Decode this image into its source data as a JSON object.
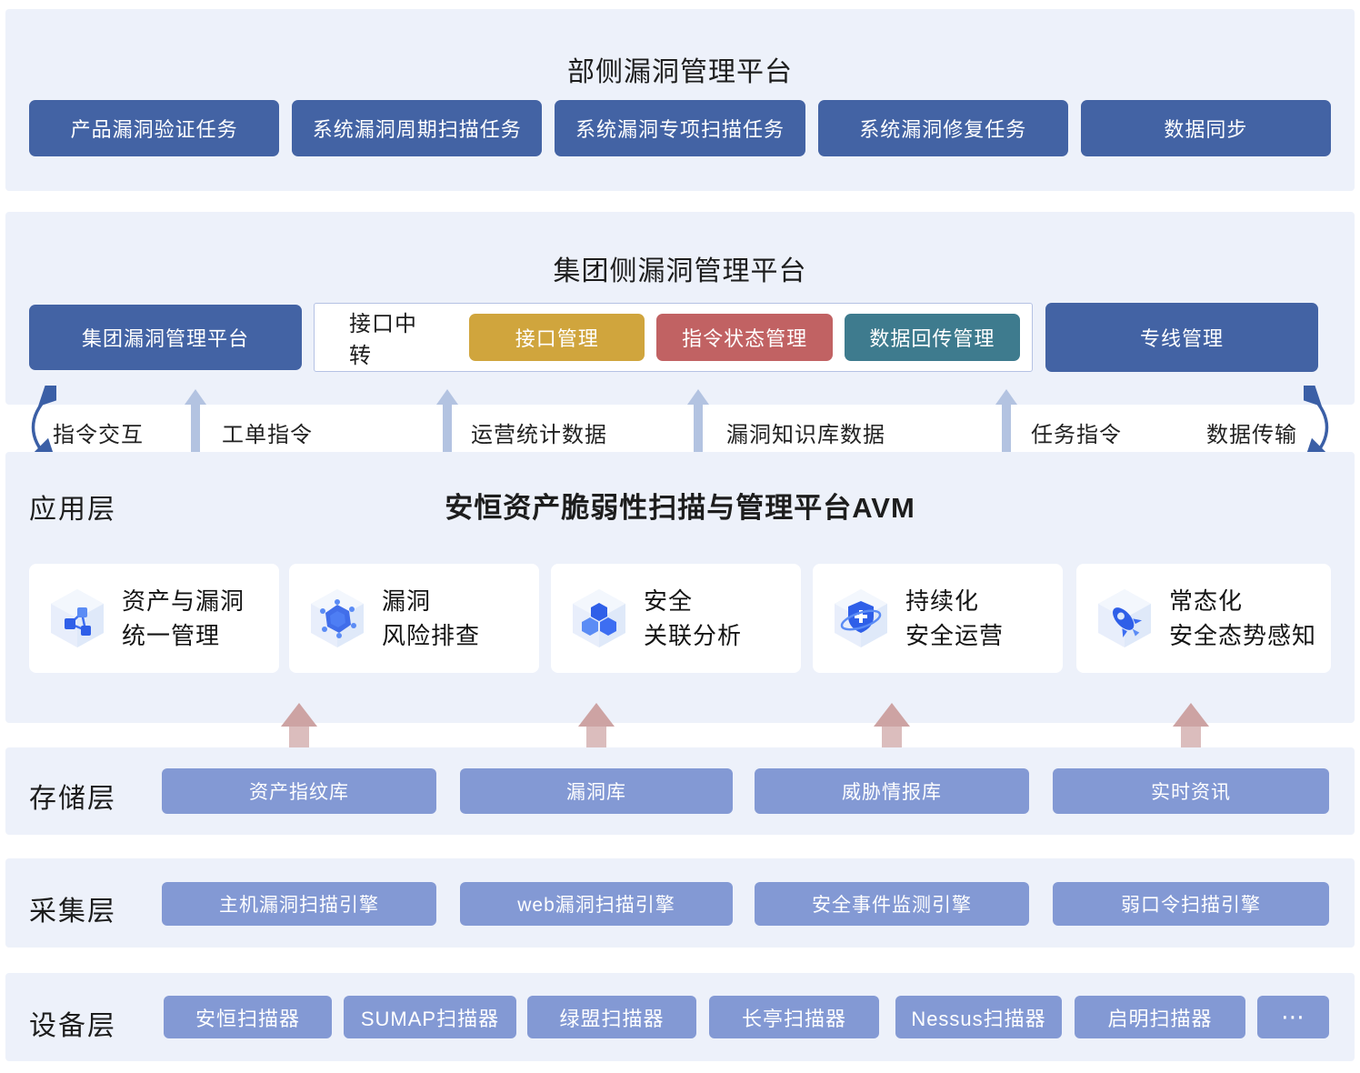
{
  "ministry": {
    "title": "部侧漏洞管理平台",
    "buttons": [
      "产品漏洞验证任务",
      "系统漏洞周期扫描任务",
      "系统漏洞专项扫描任务",
      "系统漏洞修复任务",
      "数据同步"
    ]
  },
  "group": {
    "title": "集团侧漏洞管理平台",
    "platform_button": "集团漏洞管理平台",
    "interface": {
      "label": "接口中转",
      "buttons": [
        "接口管理",
        "指令状态管理",
        "数据回传管理"
      ]
    },
    "line_button": "专线管理"
  },
  "flow": {
    "left_label": "指令交互",
    "labels": [
      "工单指令",
      "运营统计数据",
      "漏洞知识库数据",
      "任务指令"
    ],
    "right_label": "数据传输"
  },
  "app": {
    "layer_label": "应用层",
    "title": "安恒资产脆弱性扫描与管理平台AVM",
    "cards": [
      {
        "icon": "asset-network-cube-icon",
        "line1": "资产与漏洞",
        "line2": "统一管理"
      },
      {
        "icon": "vulnerability-bug-cube-icon",
        "line1": "漏洞",
        "line2": "风险排查"
      },
      {
        "icon": "stacked-cubes-icon",
        "line1": "安全",
        "line2": "关联分析"
      },
      {
        "icon": "shield-orbit-cube-icon",
        "line1": "持续化",
        "line2": "安全运营"
      },
      {
        "icon": "rocket-cube-icon",
        "line1": "常态化",
        "line2": "安全态势感知"
      }
    ]
  },
  "storage": {
    "layer_label": "存储层",
    "boxes": [
      "资产指纹库",
      "漏洞库",
      "威胁情报库",
      "实时资讯"
    ]
  },
  "collect": {
    "layer_label": "采集层",
    "boxes": [
      "主机漏洞扫描引擎",
      "web漏洞扫描引擎",
      "安全事件监测引擎",
      "弱口令扫描引擎"
    ]
  },
  "device": {
    "layer_label": "设备层",
    "boxes": [
      "安恒扫描器",
      "SUMAP扫描器",
      "绿盟扫描器",
      "长亭扫描器",
      "Nessus扫描器",
      "启明扫描器",
      "⋯"
    ]
  },
  "colors": {
    "section_background": "#edf1fa",
    "dark_blue": "#4363a4",
    "medium_blue": "#8399d4",
    "yellow": "#d0a53d",
    "red": "#c16263",
    "teal": "#3e7b8e",
    "flow_arrow_blue": "#b3c3e1",
    "curved_arrow_blue": "#3b5fa6",
    "pink_arrow": "#cda3a3"
  }
}
